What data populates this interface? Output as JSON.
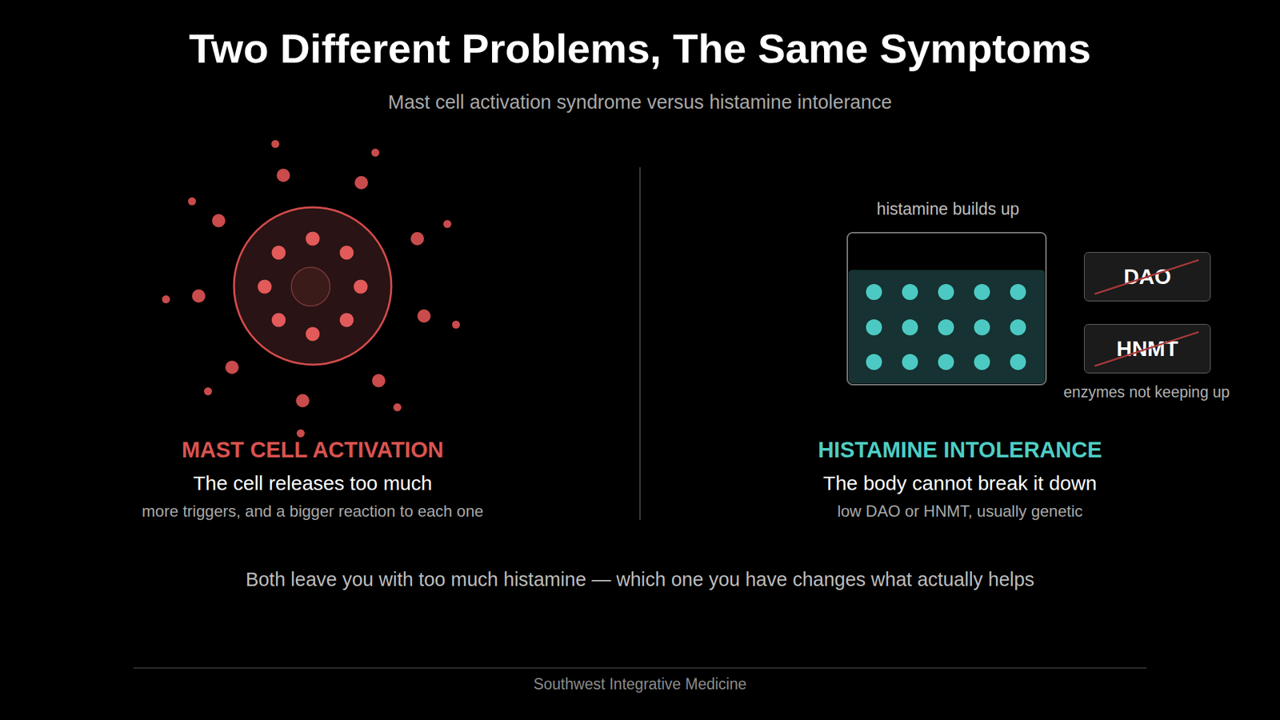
{
  "diagram": {
    "title": "Two Different Problems, The Same Symptoms",
    "caption": "Both leave you with too much histamine — which one you have changes what actually helps",
    "nodes": [
      {
        "text": [
          "histamine builds up"
        ]
      },
      {
        "text": [
          "DAO"
        ]
      },
      {
        "text": [
          "HNMT"
        ]
      }
    ],
    "labels": [
      "Mast cell activation syndrome versus histamine intolerance",
      "MAST CELL ACTIVATION",
      "The cell releases too much",
      "more triggers, and a bigger reaction to each one",
      "enzymes not keeping up",
      "HISTAMINE INTOLERANCE",
      "The body cannot break it down",
      "low DAO or HNMT, usually genetic",
      "Southwest Integrative Medicine"
    ]
  }
}
